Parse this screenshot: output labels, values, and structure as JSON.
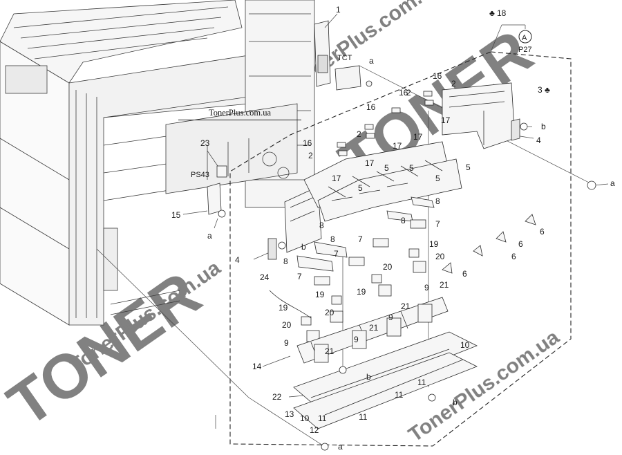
{
  "brand_caption": "TonerPlus.com.ua",
  "watermark": {
    "logo_text": "TONER",
    "site_text": "TonerPlus.com.ua",
    "color": "#c8d2dc"
  },
  "reference": {
    "part": "18",
    "circle_letter": "A",
    "page": "P27"
  },
  "callouts": {
    "n1": "1",
    "n2": "2",
    "n3": "3",
    "n4": "4",
    "n5": "5",
    "n6": "6",
    "n7": "7",
    "n8": "8",
    "n9": "9",
    "n10": "10",
    "n11": "11",
    "n12": "12",
    "n13": "13",
    "n14": "14",
    "n15": "15",
    "n16": "16",
    "n17": "17",
    "n19": "19",
    "n20": "20",
    "n21": "21",
    "n22": "22",
    "n23": "23",
    "n24": "24",
    "a": "a",
    "b": "b",
    "tct": "TCT",
    "ps43": "PS43",
    "club": "♣"
  },
  "colors": {
    "line": "#2a2a2a",
    "dashed": "#222222",
    "part_fill": "#f4f4f4"
  }
}
